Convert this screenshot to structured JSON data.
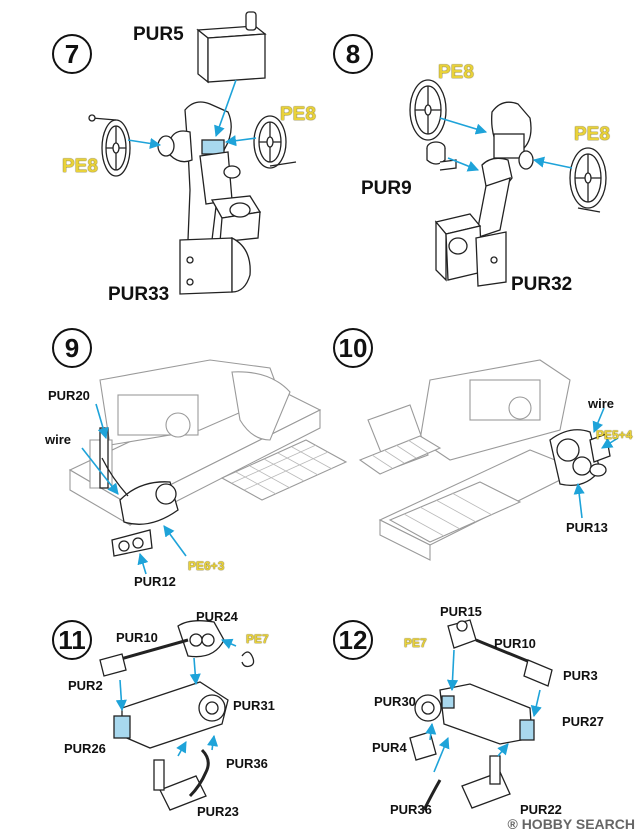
{
  "steps": {
    "s7": {
      "number": "7",
      "labels": {
        "pur5": "PUR5",
        "pe8_right": "PE8",
        "pe8_left": "PE8",
        "pur33": "PUR33"
      }
    },
    "s8": {
      "number": "8",
      "labels": {
        "pe8_top": "PE8",
        "pe8_right": "PE8",
        "pur9": "PUR9",
        "pur32": "PUR32"
      }
    },
    "s9": {
      "number": "9",
      "labels": {
        "pur20": "PUR20",
        "wire": "wire",
        "pe6_3": "PE6+3",
        "pur12": "PUR12"
      }
    },
    "s10": {
      "number": "10",
      "labels": {
        "wire": "wire",
        "pe5_4": "PE5+4",
        "pur13": "PUR13"
      }
    },
    "s11": {
      "number": "11",
      "labels": {
        "pur24": "PUR24",
        "pur10": "PUR10",
        "pe7": "PE7",
        "pur2": "PUR2",
        "pur31": "PUR31",
        "pur26": "PUR26",
        "pur36": "PUR36",
        "pur23": "PUR23"
      }
    },
    "s12": {
      "number": "12",
      "labels": {
        "pur15": "PUR15",
        "pe7": "PE7",
        "pur10": "PUR10",
        "pur3": "PUR3",
        "pur30": "PUR30",
        "pur27": "PUR27",
        "pur4": "PUR4",
        "pur36": "PUR36",
        "pur22": "PUR22"
      }
    }
  },
  "watermark": {
    "brand": "HOBBY SEARCH",
    "reg": "®"
  },
  "colors": {
    "arrow": "#1ea3d9",
    "pe_label": "#e9d23a",
    "line": "#222222",
    "ghost": "#9a9a9a"
  }
}
